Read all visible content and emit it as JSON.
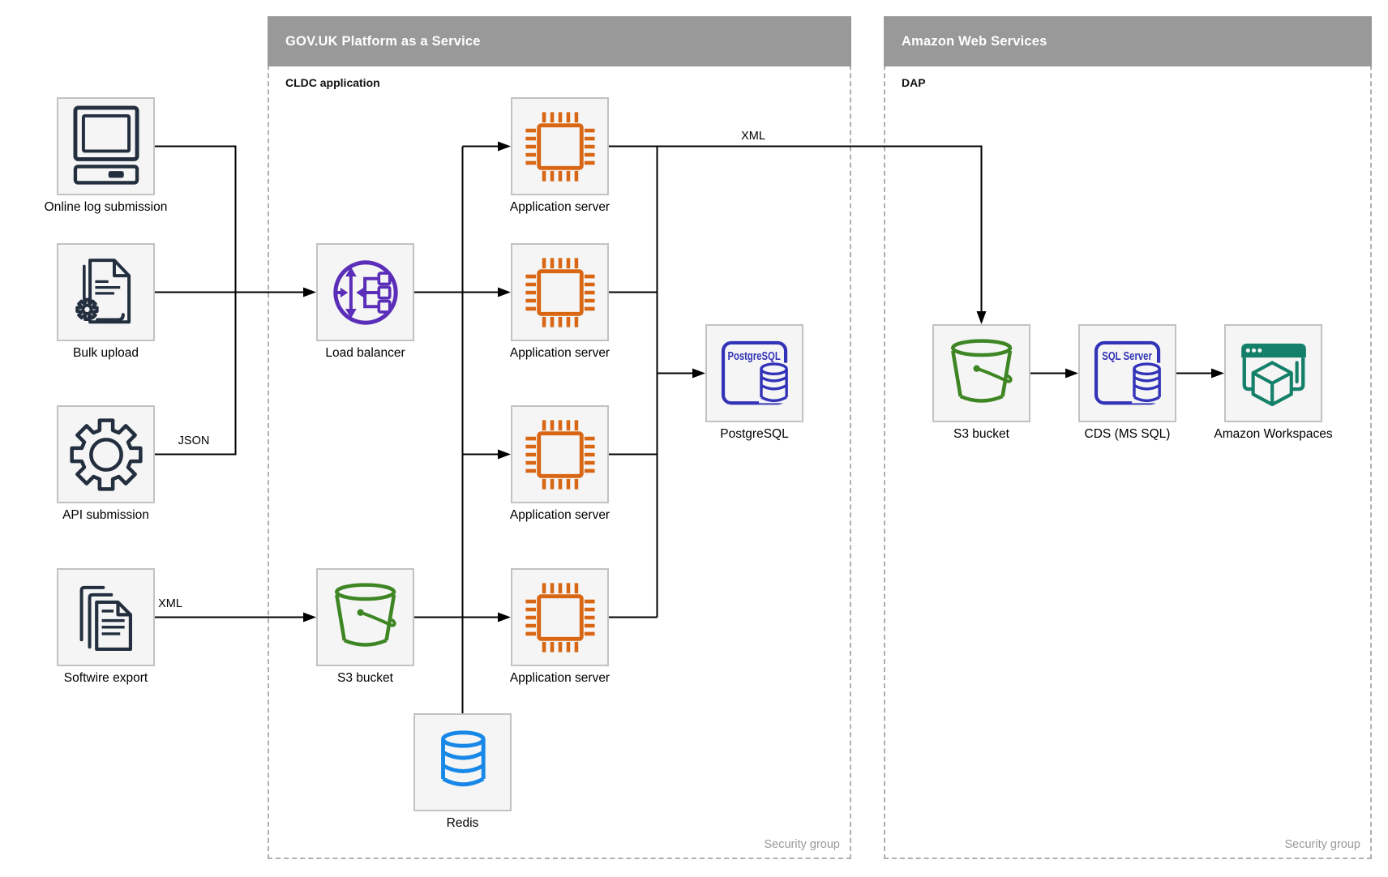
{
  "diagram": {
    "containers": {
      "govuk": {
        "title": "GOV.UK Platform as a Service",
        "sublabel": "CLDC application",
        "footer": "Security group"
      },
      "aws": {
        "title": "Amazon Web Services",
        "sublabel": "DAP",
        "footer": "Security group"
      }
    },
    "nodes": {
      "online_log": {
        "label": "Online log submission",
        "icon": "computer-icon"
      },
      "bulk_upload": {
        "label": "Bulk upload",
        "icon": "document-gear-icon"
      },
      "api_submission": {
        "label": "API submission",
        "icon": "gear-icon"
      },
      "softwire_export": {
        "label": "Softwire export",
        "icon": "documents-icon"
      },
      "load_balancer": {
        "label": "Load balancer",
        "icon": "load-balancer-icon"
      },
      "app_server_1": {
        "label": "Application server",
        "icon": "chip-icon"
      },
      "app_server_2": {
        "label": "Application server",
        "icon": "chip-icon"
      },
      "app_server_3": {
        "label": "Application server",
        "icon": "chip-icon"
      },
      "app_server_4": {
        "label": "Application server",
        "icon": "chip-icon"
      },
      "postgresql": {
        "label": "PostgreSQL",
        "icon": "postgresql-icon",
        "icon_text": "PostgreSQL"
      },
      "s3_middle": {
        "label": "S3 bucket",
        "icon": "s3-bucket-icon"
      },
      "redis": {
        "label": "Redis",
        "icon": "database-icon"
      },
      "s3_aws": {
        "label": "S3 bucket",
        "icon": "s3-bucket-icon"
      },
      "cds": {
        "label": "CDS (MS SQL)",
        "icon": "sql-server-icon",
        "icon_text": "SQL Server"
      },
      "workspaces": {
        "label": "Amazon Workspaces",
        "icon": "workspaces-icon"
      }
    },
    "edge_labels": {
      "json": "JSON",
      "xml_softwire": "XML",
      "xml_app": "XML"
    },
    "colors": {
      "container_header": "#999999",
      "container_border": "#b0b0b0",
      "node_fill": "#f5f5f5",
      "node_border": "#c2c2c2",
      "edge": "#000000",
      "navy": "#232f3e",
      "orange": "#d86613",
      "purple": "#5a2eb8",
      "green": "#3e8624",
      "blue": "#1788e8",
      "indigo": "#3333b8",
      "teal": "#15806a",
      "footer_text": "#999999"
    }
  }
}
